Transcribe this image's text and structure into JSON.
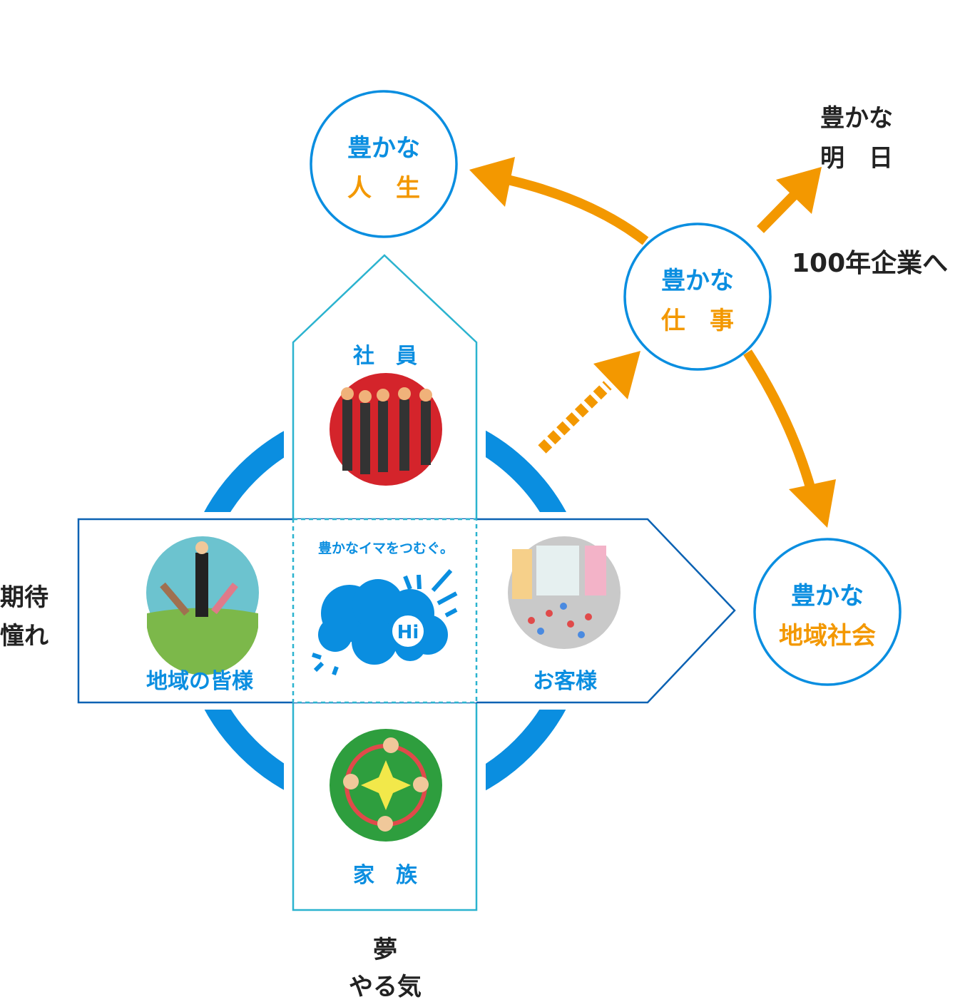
{
  "colors": {
    "blue": "#0a8ee0",
    "orange": "#f39800",
    "teal": "#2bb3cf",
    "navy": "#0b62b3",
    "text": "#222222"
  },
  "goals": {
    "life": {
      "line1": "豊かな",
      "line2": "人　生"
    },
    "work": {
      "line1": "豊かな",
      "line2": "仕　事"
    },
    "community": {
      "line1": "豊かな",
      "line2": "地域社会"
    },
    "tomorrow": {
      "line1": "豊かな",
      "line2": "明　日"
    },
    "century": "100年企業へ"
  },
  "stakeholders": {
    "employees": {
      "label": "社　員",
      "icon": "employees-illustration"
    },
    "locals": {
      "label": "地域の皆様",
      "icon": "locals-illustration"
    },
    "customers": {
      "label": "お客様",
      "icon": "customers-illustration"
    },
    "family": {
      "label": "家　族",
      "icon": "family-illustration"
    }
  },
  "center": {
    "slogan": "豊かなイマをつむぐ。",
    "logo_text": "Hi",
    "icon": "hi-cloud-logo"
  },
  "side_labels": {
    "left": {
      "line1": "期待",
      "line2": "憧れ"
    },
    "bottom": {
      "line1": "夢",
      "line2": "やる気"
    }
  }
}
